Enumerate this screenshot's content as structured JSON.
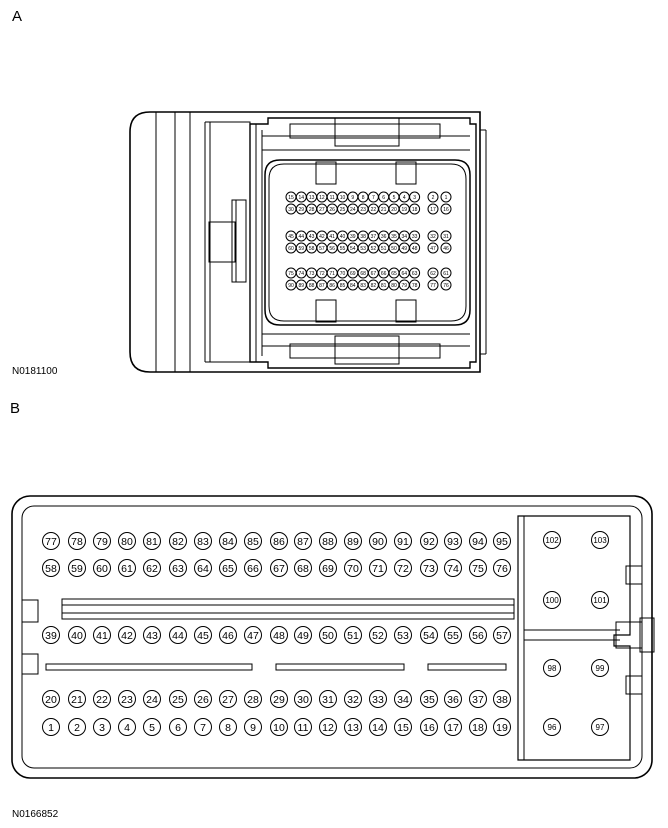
{
  "figure_a": {
    "label": "A",
    "code": "N0181100",
    "pin_rows": [
      [
        "15",
        "14",
        "13",
        "12",
        "11",
        "10",
        "9",
        "8",
        "7",
        "6",
        "5",
        "4",
        "3",
        "2",
        "1"
      ],
      [
        "30",
        "29",
        "28",
        "27",
        "26",
        "25",
        "24",
        "23",
        "22",
        "21",
        "20",
        "19",
        "18",
        "17",
        "16"
      ],
      [
        "45",
        "44",
        "43",
        "42",
        "41",
        "40",
        "39",
        "38",
        "37",
        "36",
        "35",
        "34",
        "33",
        "32",
        "31"
      ],
      [
        "60",
        "59",
        "58",
        "57",
        "56",
        "55",
        "54",
        "53",
        "52",
        "51",
        "50",
        "49",
        "48",
        "47",
        "46"
      ],
      [
        "75",
        "74",
        "73",
        "72",
        "71",
        "70",
        "69",
        "68",
        "67",
        "66",
        "65",
        "64",
        "63",
        "62",
        "61"
      ],
      [
        "90",
        "89",
        "88",
        "87",
        "86",
        "85",
        "84",
        "83",
        "82",
        "81",
        "80",
        "79",
        "78",
        "77",
        "76"
      ]
    ]
  },
  "figure_b": {
    "label": "B",
    "code": "N0166852",
    "rows": [
      [
        "77",
        "78",
        "79",
        "80",
        "81",
        "82",
        "83",
        "84",
        "85",
        "86",
        "87",
        "88",
        "89",
        "90",
        "91",
        "92",
        "93",
        "94",
        "95"
      ],
      [
        "58",
        "59",
        "60",
        "61",
        "62",
        "63",
        "64",
        "65",
        "66",
        "67",
        "68",
        "69",
        "70",
        "71",
        "72",
        "73",
        "74",
        "75",
        "76"
      ],
      [
        "39",
        "40",
        "41",
        "42",
        "43",
        "44",
        "45",
        "46",
        "47",
        "48",
        "49",
        "50",
        "51",
        "52",
        "53",
        "54",
        "55",
        "56",
        "57"
      ],
      [
        "20",
        "21",
        "22",
        "23",
        "24",
        "25",
        "26",
        "27",
        "28",
        "29",
        "30",
        "31",
        "32",
        "33",
        "34",
        "35",
        "36",
        "37",
        "38"
      ],
      [
        "1",
        "2",
        "3",
        "4",
        "5",
        "6",
        "7",
        "8",
        "9",
        "10",
        "11",
        "12",
        "13",
        "14",
        "15",
        "16",
        "17",
        "18",
        "19"
      ]
    ],
    "side_pins": [
      [
        "102",
        "103"
      ],
      [
        "100",
        "101"
      ],
      [
        "98",
        "99"
      ],
      [
        "96",
        "97"
      ]
    ]
  }
}
